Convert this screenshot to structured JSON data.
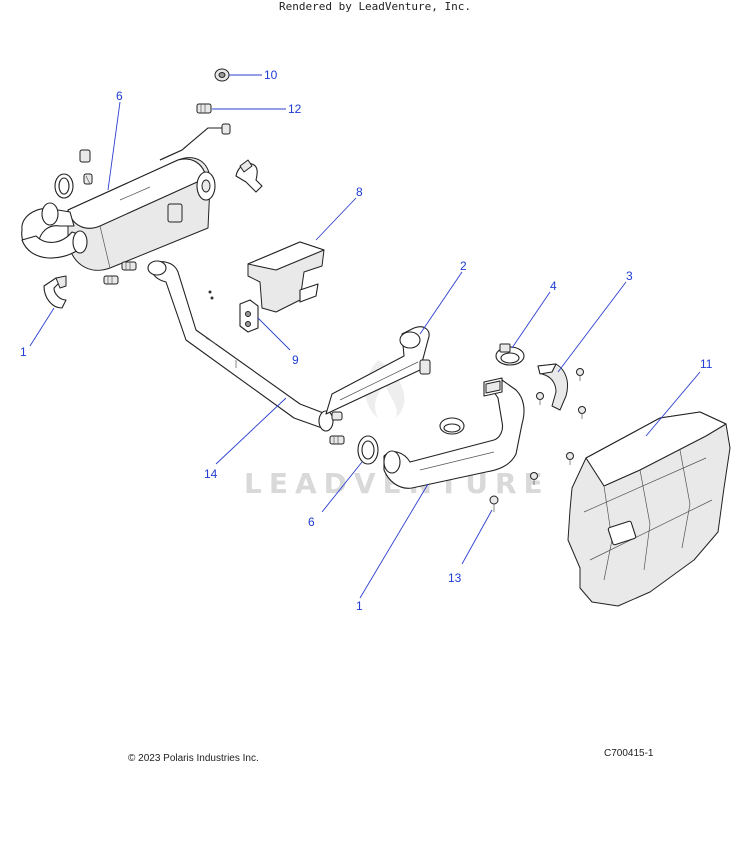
{
  "callouts": {
    "c1a": "1",
    "c1b": "1",
    "c2": "2",
    "c3": "3",
    "c4": "4",
    "c6a": "6",
    "c6b": "6",
    "c8": "8",
    "c9": "9",
    "c10": "10",
    "c11": "11",
    "c12": "12",
    "c13": "13",
    "c14": "14"
  },
  "watermark": "LEADVENTURE",
  "footer": {
    "copyright": "© 2023 Polaris Industries Inc.",
    "drawing_id": "C700415-1",
    "rendered_by": "Rendered by LeadVenture, Inc."
  },
  "colors": {
    "callout": "#1f3bd6",
    "line_art": "#222222",
    "watermark": "#d9d9d9"
  }
}
